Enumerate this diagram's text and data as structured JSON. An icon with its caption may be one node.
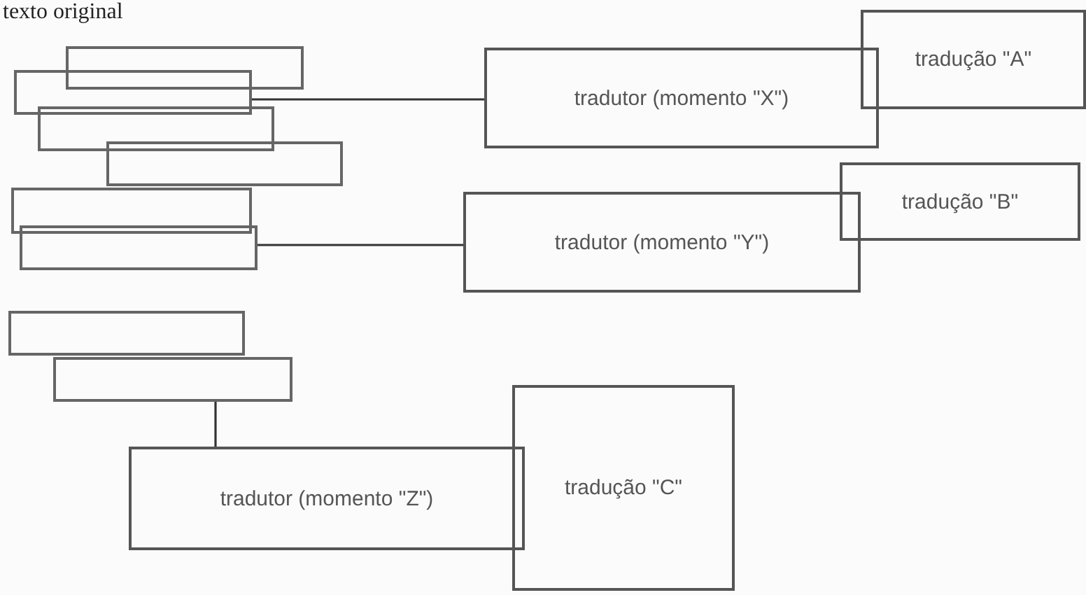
{
  "diagram": {
    "title": "texto original",
    "nodes": [
      {
        "text": [],
        "shape": "box"
      },
      {
        "text": [],
        "shape": "box"
      },
      {
        "text": [],
        "shape": "box"
      },
      {
        "text": [],
        "shape": "box"
      },
      {
        "text": [
          "tradutor (momento \"X\")"
        ]
      },
      {
        "text": [
          "tradução \"A\""
        ]
      },
      {
        "text": [],
        "shape": "box"
      },
      {
        "text": [],
        "shape": "box"
      },
      {
        "text": [
          "tradutor (momento \"Y\")"
        ]
      },
      {
        "text": [
          "tradução \"B\""
        ]
      },
      {
        "text": [],
        "shape": "box"
      },
      {
        "text": [],
        "shape": "box"
      },
      {
        "text": [
          "tradutor (momento \"Z\")"
        ]
      },
      {
        "text": [
          "tradução \"C\""
        ]
      }
    ],
    "edges": [
      {
        "from": 1,
        "to": 4,
        "arrow": "none"
      },
      {
        "from": 7,
        "to": 8,
        "arrow": "none"
      },
      {
        "from": 11,
        "to": 12,
        "arrow": "none"
      }
    ]
  }
}
